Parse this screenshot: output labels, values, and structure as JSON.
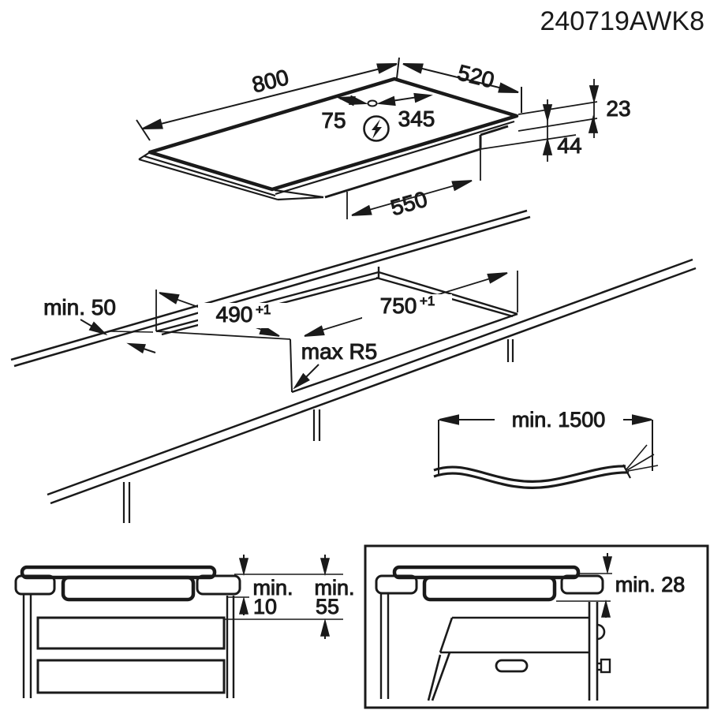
{
  "title": "240719AWK8",
  "colors": {
    "ink": "#1a1a1a",
    "background": "#ffffff"
  },
  "top_view": {
    "width": "800",
    "depth": "520",
    "glass_thickness": "23",
    "box_height": "44",
    "box_width": "550",
    "connection_offset_left": "75",
    "connection_offset_right": "345",
    "electrical_icon": "lightning-bolt-in-circle"
  },
  "cutout": {
    "rear_clearance": "min. 50",
    "depth": "490",
    "depth_tolerance": "+1",
    "width": "750",
    "width_tolerance": "+1",
    "corner_radius": "max R5"
  },
  "cable": {
    "min_length": "min. 1500"
  },
  "drawer_clearance": {
    "word_min_1": "min.",
    "value_1": "10",
    "word_min_2": "min.",
    "value_2": "55"
  },
  "oven_clearance": {
    "value": "min. 28"
  }
}
